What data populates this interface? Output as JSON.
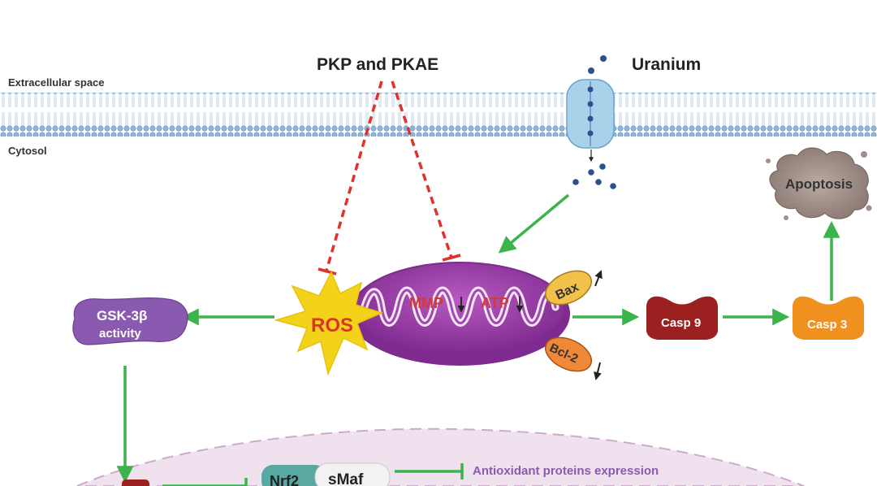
{
  "labels": {
    "title": "PKP and PKAE",
    "uranium": "Uranium",
    "extracellular": "Extracellular space",
    "cytosol": "Cytosol",
    "apoptosis": "Apoptosis",
    "ros": "ROS",
    "mmp": "MMP",
    "atp": "ATP",
    "bax": "Bax",
    "bcl2": "Bcl-2",
    "casp9": "Casp 9",
    "casp3": "Casp 3",
    "gsk_line1": "GSK-3β",
    "gsk_line2": "activity",
    "nrf2": "Nrf2",
    "smaf": "sMaf",
    "antioxidant": "Antioxidant proteins expression"
  },
  "colors": {
    "arrow_green": "#3cb44b",
    "inhibit_red": "#e0312b",
    "mito_purple": "#9b3aa8",
    "ros_yellow": "#f3d31a",
    "casp9_red": "#9c2020",
    "casp3_orange": "#f0901e",
    "gsk_purple": "#8a5ab0",
    "membrane_blue": "#7fa9d4"
  }
}
